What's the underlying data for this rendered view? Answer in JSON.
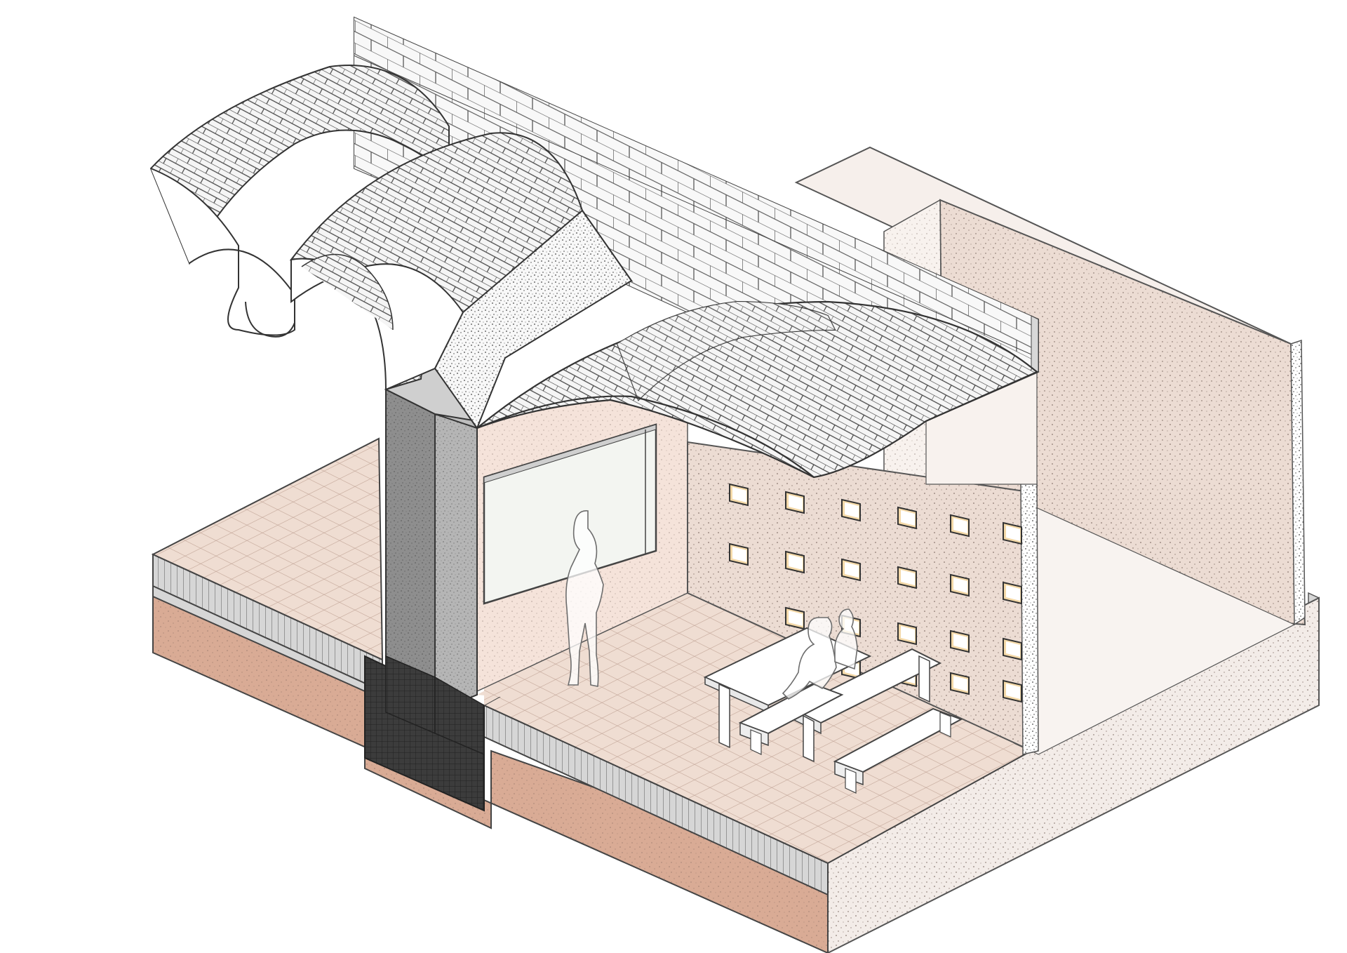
{
  "drawing": {
    "kind": "axonometric section",
    "palette": {
      "ground": "#d9ab95",
      "ground_dark": "#c48f78",
      "tile_floor": "#efddd2",
      "tile_line": "#b99a8c",
      "wall_pink": "#ecdcd3",
      "wall_light": "#f5ece6",
      "plaster": "#fbf6f2",
      "concrete": "#f3ede9",
      "column": "#9c9c9c",
      "column_dark": "#3c3c3c",
      "brick": "#f7f7f7",
      "line": "#3a3a3a",
      "glass": "#f4f6f2"
    },
    "elements": [
      "vault-roof",
      "brick-wall",
      "column",
      "breeze-block-wall",
      "window",
      "tables",
      "benches",
      "figures",
      "tiled-slab"
    ]
  }
}
